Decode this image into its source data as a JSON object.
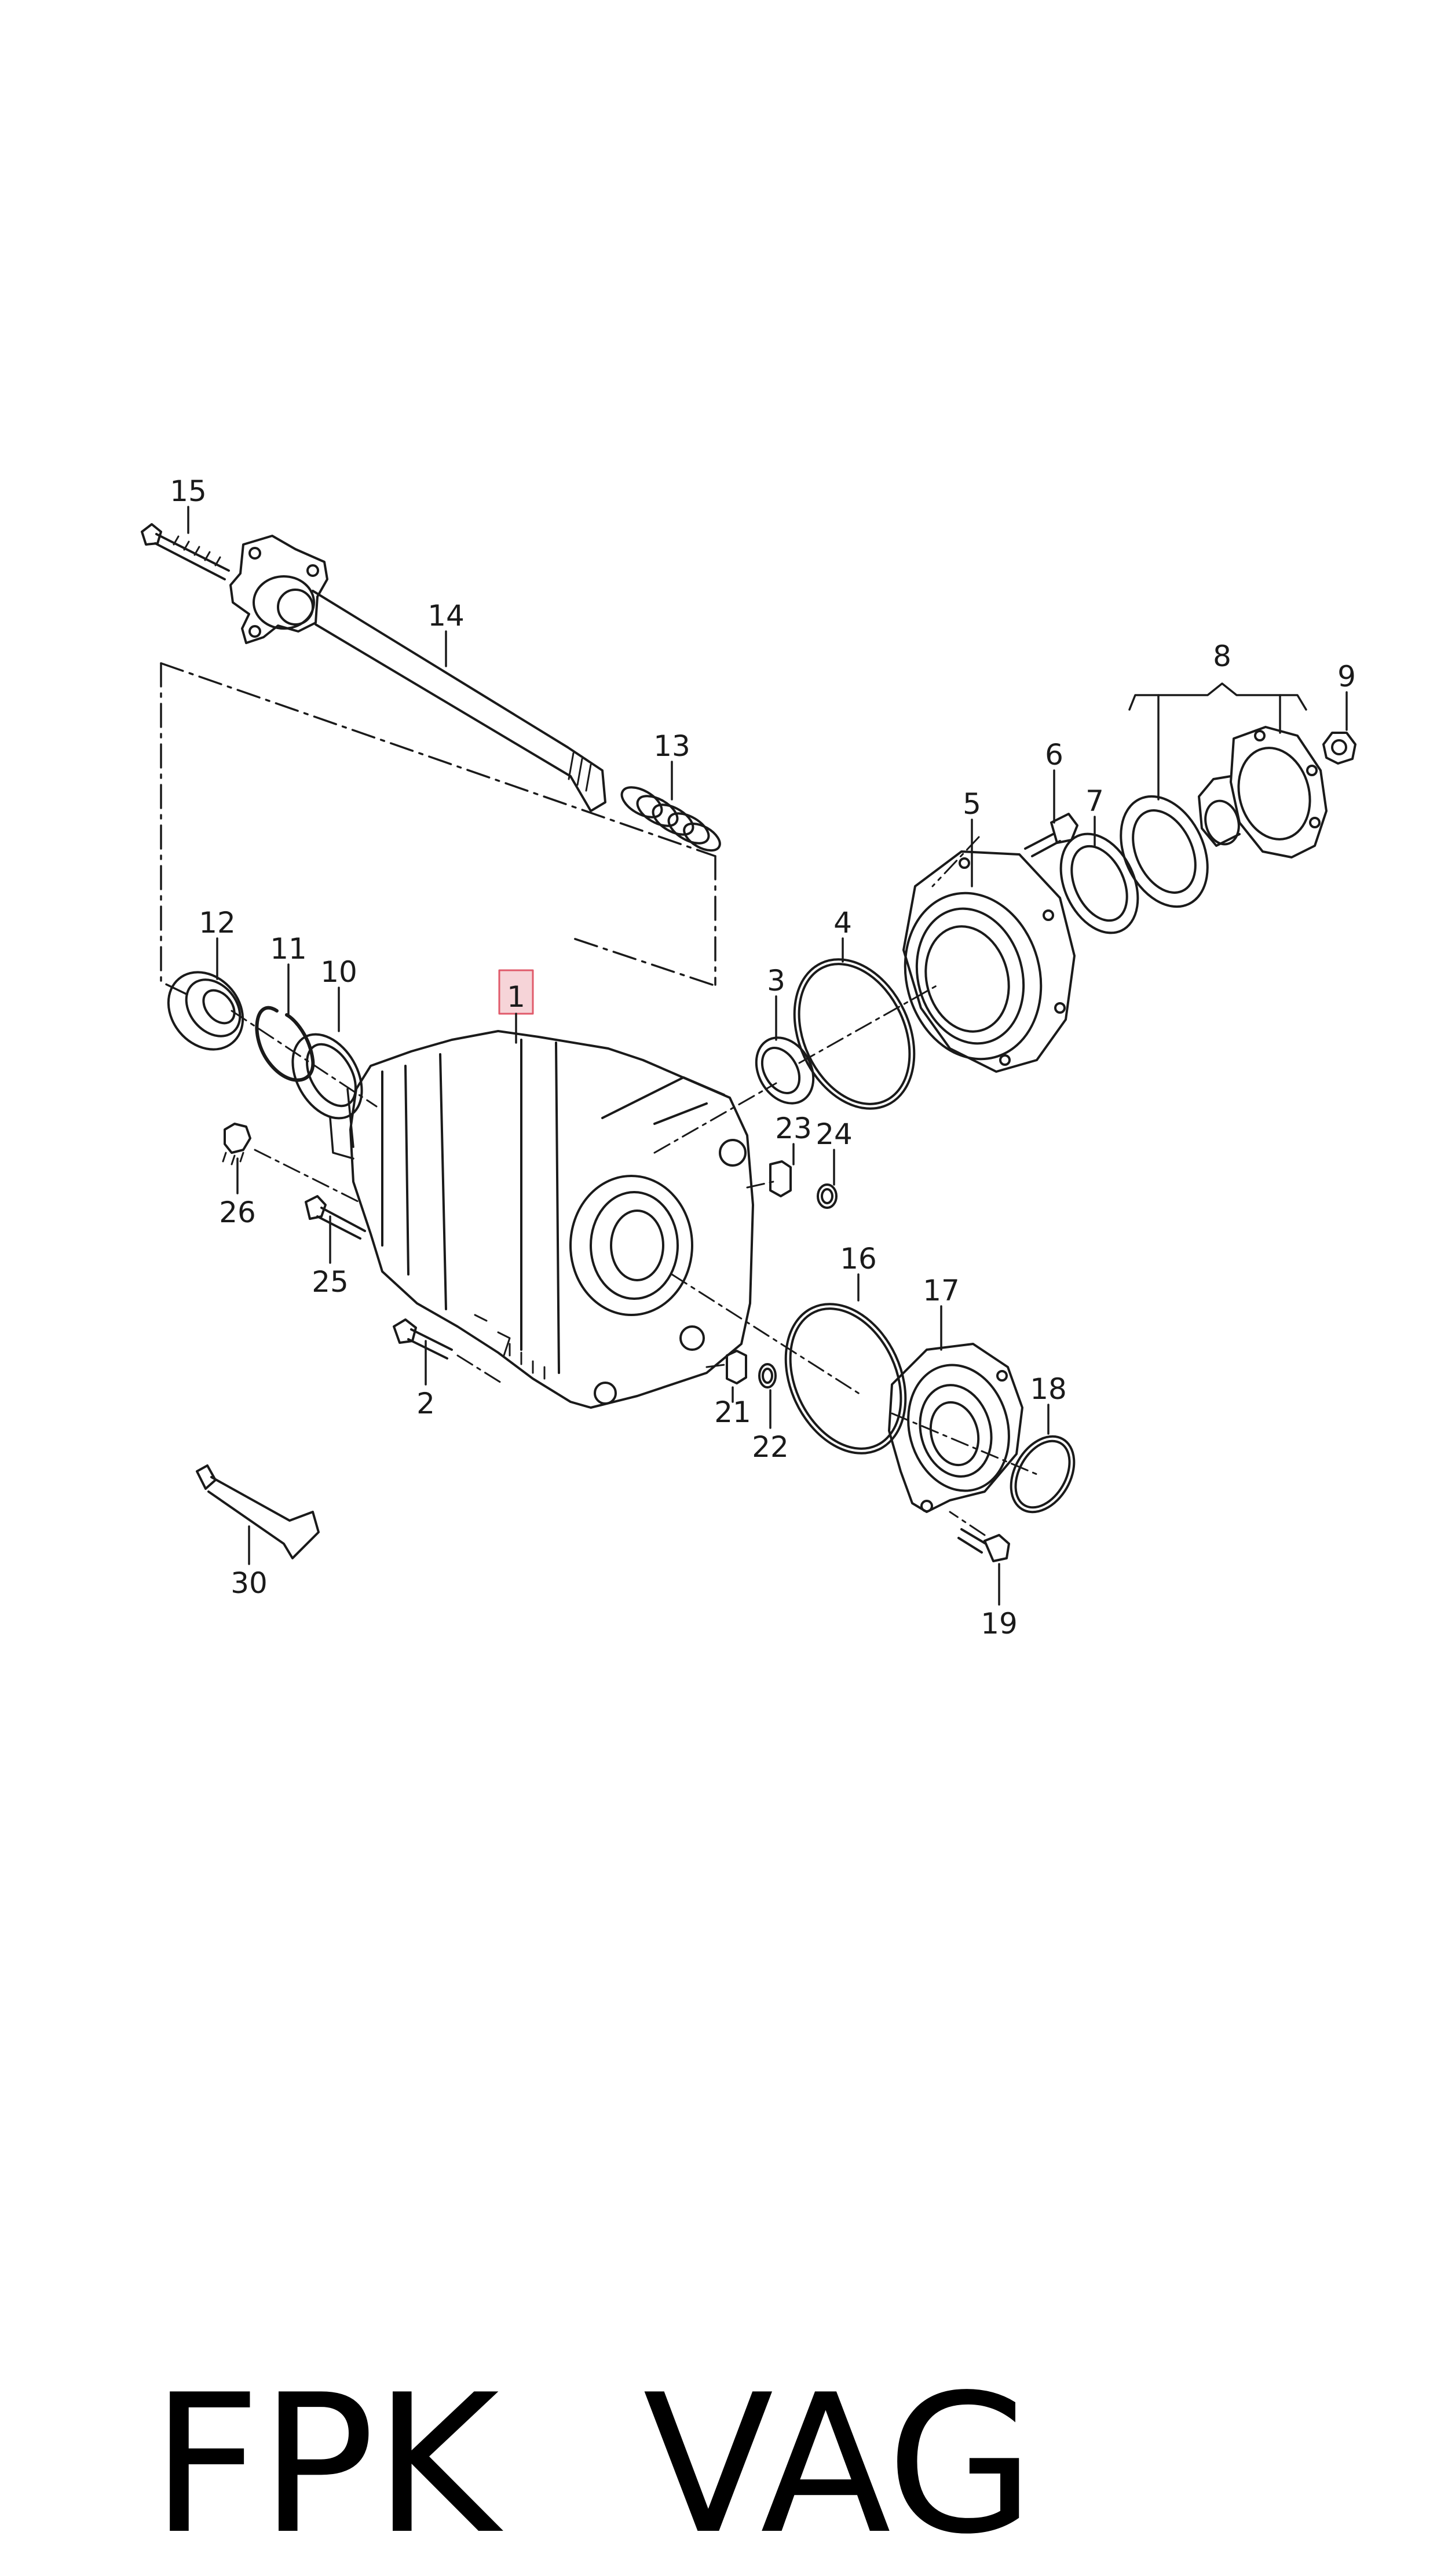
{
  "diagram": {
    "parts": [
      {
        "id": "p15",
        "label": "15",
        "name": "bolt"
      },
      {
        "id": "p14",
        "label": "14",
        "name": "drive-shaft"
      },
      {
        "id": "p13",
        "label": "13",
        "name": "spring"
      },
      {
        "id": "p12",
        "label": "12",
        "name": "bearing"
      },
      {
        "id": "p11",
        "label": "11",
        "name": "circlip"
      },
      {
        "id": "p10",
        "label": "10",
        "name": "seal"
      },
      {
        "id": "p1",
        "label": "1",
        "name": "transfer-case-housing"
      },
      {
        "id": "p3",
        "label": "3",
        "name": "roller-bearing"
      },
      {
        "id": "p4",
        "label": "4",
        "name": "o-ring"
      },
      {
        "id": "p5",
        "label": "5",
        "name": "cover"
      },
      {
        "id": "p6",
        "label": "6",
        "name": "bolt"
      },
      {
        "id": "p7",
        "label": "7",
        "name": "shim"
      },
      {
        "id": "p8",
        "label": "8",
        "name": "flange-set"
      },
      {
        "id": "p9",
        "label": "9",
        "name": "nut"
      },
      {
        "id": "p23",
        "label": "23",
        "name": "sleeve"
      },
      {
        "id": "p24",
        "label": "24",
        "name": "washer"
      },
      {
        "id": "p26",
        "label": "26",
        "name": "plug"
      },
      {
        "id": "p25",
        "label": "25",
        "name": "bolt"
      },
      {
        "id": "p2",
        "label": "2",
        "name": "bolt"
      },
      {
        "id": "p16",
        "label": "16",
        "name": "o-ring"
      },
      {
        "id": "p17",
        "label": "17",
        "name": "cover"
      },
      {
        "id": "p18",
        "label": "18",
        "name": "o-ring"
      },
      {
        "id": "p21",
        "label": "21",
        "name": "sleeve"
      },
      {
        "id": "p22",
        "label": "22",
        "name": "washer"
      },
      {
        "id": "p19",
        "label": "19",
        "name": "bolt"
      },
      {
        "id": "p30",
        "label": "30",
        "name": "sealant-tube"
      }
    ],
    "highlight_color": "#e05a6a",
    "line_color": "#1a1a1a"
  },
  "caption": {
    "left": "FPK",
    "right": "VAG"
  }
}
